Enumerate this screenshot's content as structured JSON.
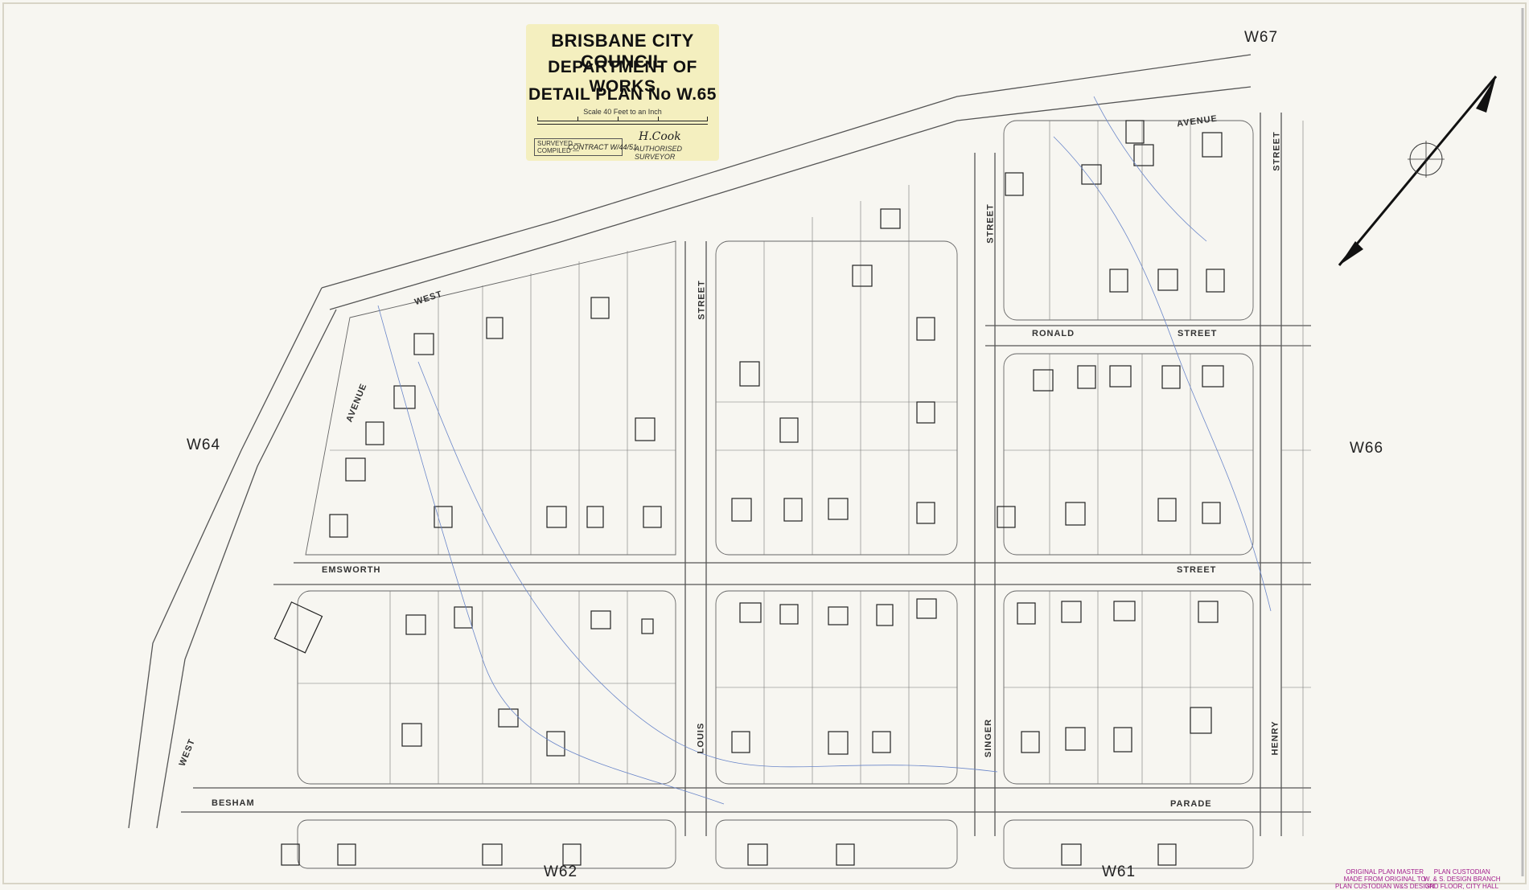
{
  "title_block": {
    "line1": "BRISBANE CITY COUNCIL",
    "line2": "DEPARTMENT OF WORKS",
    "line3": "DETAIL PLAN No W.65",
    "scale": "Scale 40 Feet to an Inch",
    "surveyed": "SURVEYED —",
    "compiled": "COMPILED —",
    "contract": "CONTRACT W/44/51.",
    "signature": "H.Cook",
    "surveyor": "AUTHORISED SURVEYOR"
  },
  "sheets": {
    "north": "W67",
    "west": "W64",
    "east": "W66",
    "south_left": "W62",
    "south_right": "W61"
  },
  "streets": {
    "west_avenue_1": "WEST",
    "west_avenue_2": "AVENUE",
    "west_avenue_3": "WEST",
    "avenue_ne": "AVENUE",
    "louis_upper": "STREET",
    "louis_lower": "LOUIS",
    "street_upper": "STREET",
    "singer": "SINGER",
    "ronald": "RONALD",
    "ronald_street": "STREET",
    "street_ne": "STREET",
    "emsworth": "EMSWORTH",
    "emsworth_street": "STREET",
    "henry": "HENRY",
    "besham": "BESHAM",
    "parade": "PARADE"
  },
  "stamps": {
    "left_1": "ORIGINAL PLAN MASTER",
    "left_2": "MADE FROM ORIGINAL TO",
    "left_3": "PLAN CUSTODIAN W&S DESIGN",
    "right_1": "PLAN CUSTODIAN",
    "right_2": "W. & S. DESIGN BRANCH",
    "right_3": "3RD FLOOR, CITY HALL"
  }
}
